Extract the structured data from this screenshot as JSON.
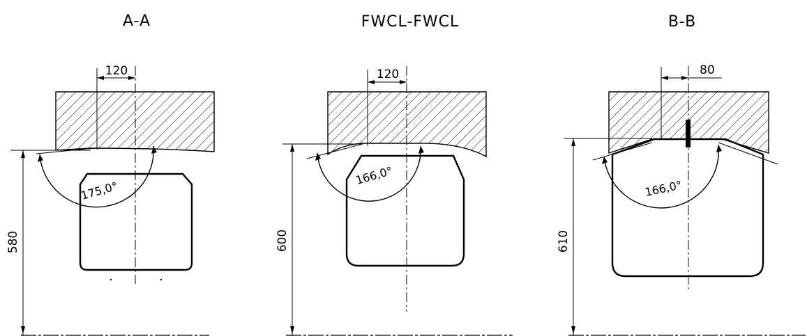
{
  "sections": [
    {
      "title": "A-A",
      "width_dim": "120",
      "angle": "175,0°",
      "height_dim": "580"
    },
    {
      "title": "FWCL-FWCL",
      "width_dim": "120",
      "angle": "166,0°",
      "height_dim": "600"
    },
    {
      "title": "B-B",
      "width_dim": "80",
      "angle": "166,0°",
      "height_dim": "610"
    }
  ]
}
